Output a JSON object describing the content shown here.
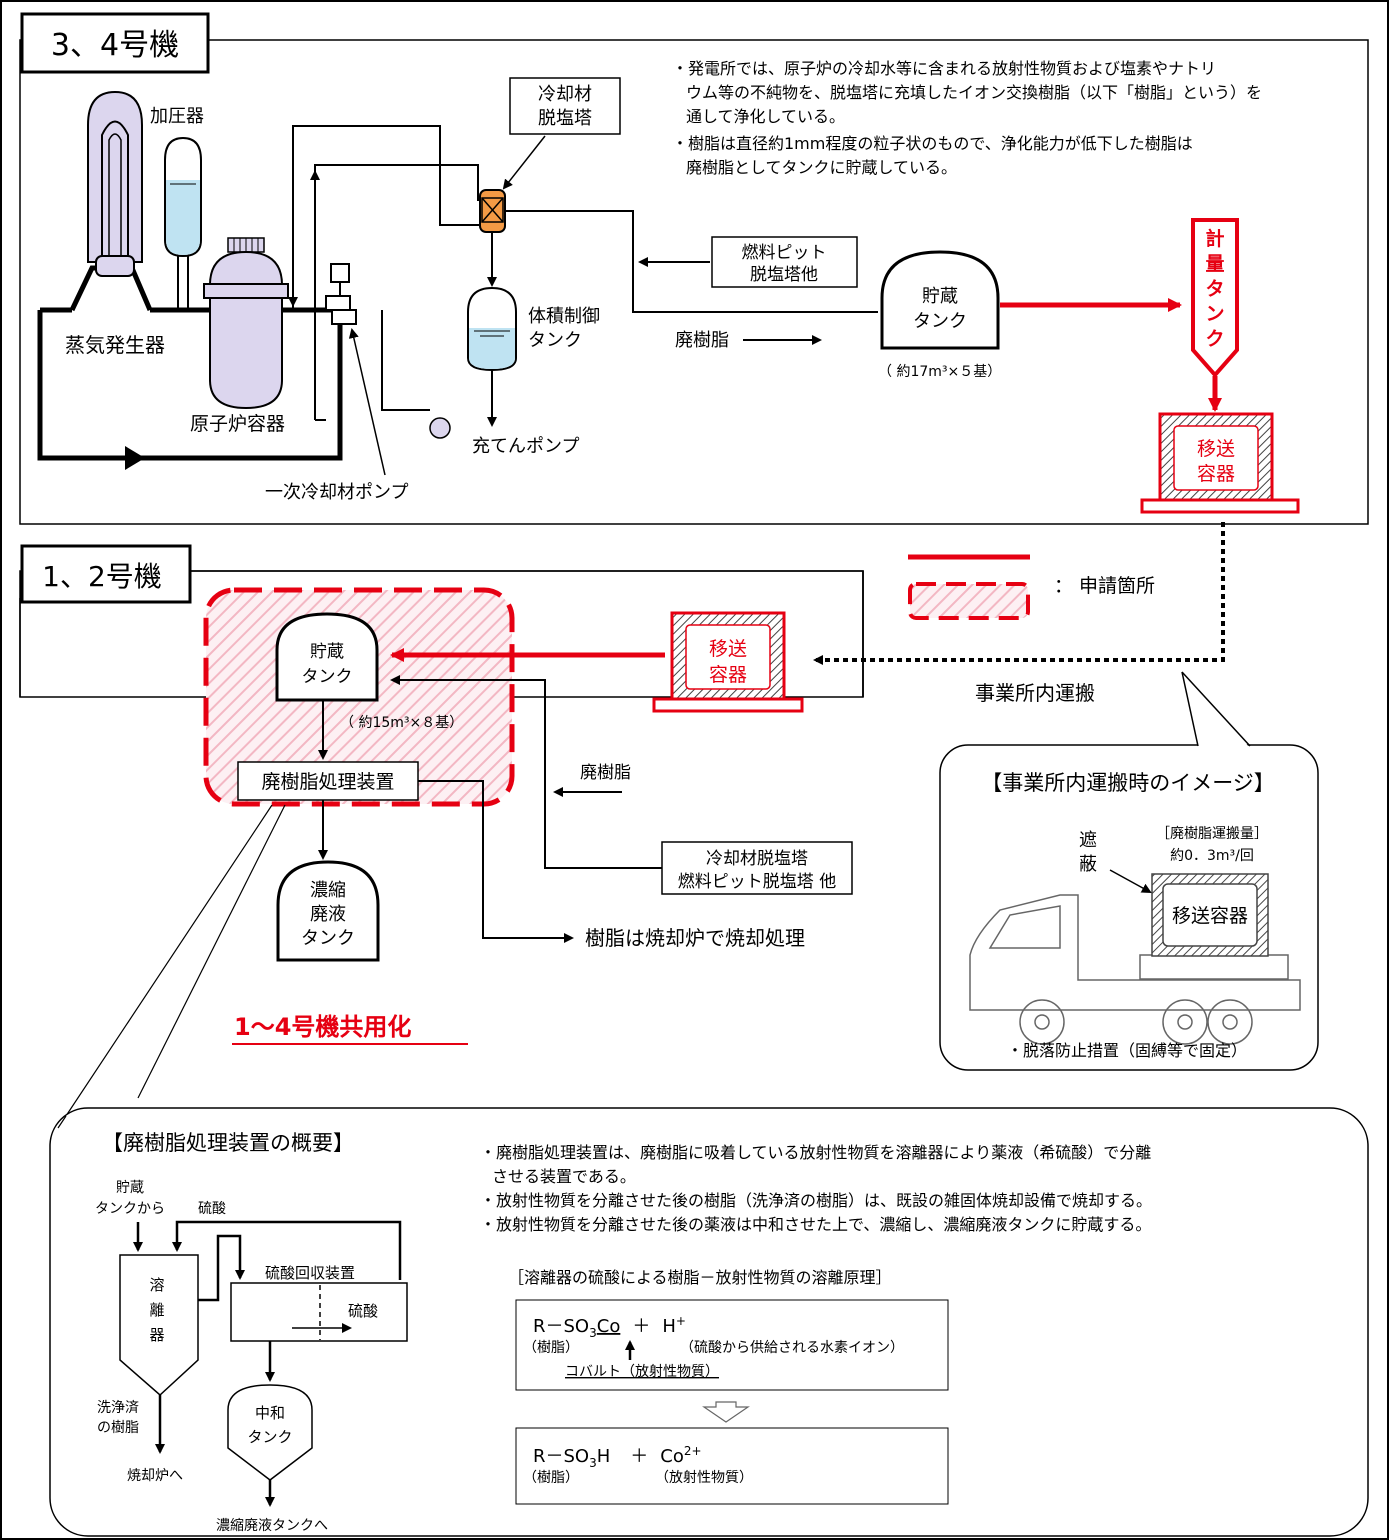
{
  "upper_section": {
    "title": "3、4号機",
    "labels": {
      "pressurizer": "加圧器",
      "steam_generator": "蒸気発生器",
      "reactor_vessel": "原子炉容器",
      "primary_pump": "一次冷却材ポンプ",
      "demineralizer_line1": "冷却材",
      "demineralizer_line2": "脱塩塔",
      "vct_line1": "体積制御",
      "vct_line2": "タンク",
      "charging_pump": "充てんポンプ",
      "fuel_pit_line1": "燃料ピット",
      "fuel_pit_line2": "脱塩塔他",
      "spent_resin": "廃樹脂",
      "storage_tank_line1": "貯蔵",
      "storage_tank_line2": "タンク",
      "storage_capacity": "（ 約17m³×５基）",
      "metering_tank": [
        "計",
        "量",
        "タ",
        "ン",
        "ク"
      ],
      "transfer_container_line1": "移送",
      "transfer_container_line2": "容器"
    },
    "notes": [
      "・発電所では、原子炉の冷却水等に含まれる放射性物質および塩素やナトリ",
      "ウム等の不純物を、脱塩塔に充填したイオン交換樹脂（以下「樹脂」という）を",
      "通して浄化している。",
      "・樹脂は直径約1mm程度の粒子状のもので、浄化能力が低下した樹脂は",
      "廃樹脂としてタンクに貯蔵している。"
    ]
  },
  "legend": {
    "label": "： 申請箇所"
  },
  "transport_label": "事業所内運搬",
  "lower_section": {
    "title": "1、2号機",
    "labels": {
      "transfer_container_line1": "移送",
      "transfer_container_line2": "容器",
      "storage_tank_line1": "貯蔵",
      "storage_tank_line2": "タンク",
      "storage_capacity": "（ 約15m³×８基）",
      "processing_unit": "廃樹脂処理装置",
      "conc_tank_line1": "濃縮",
      "conc_tank_line2": "廃液",
      "conc_tank_line3": "タンク",
      "spent_resin": "廃樹脂",
      "source_line1": "冷却材脱塩塔",
      "source_line2": "燃料ピット脱塩塔 他",
      "incineration": "樹脂は焼却炉で焼却処理",
      "shared_use": "1～4号機共用化"
    }
  },
  "transport_image": {
    "title": "【事業所内運搬時のイメージ】",
    "shield_line1": "遮",
    "shield_line2": "蔽",
    "amount_line1": "［廃樹脂運搬量］",
    "amount_line2": "約0．3m³/回",
    "container": "移送容器",
    "note": "・脱落防止措置（固縛等で固定）"
  },
  "overview": {
    "title": "【廃樹脂処理装置の概要】",
    "labels": {
      "from_tank_line1": "貯蔵",
      "from_tank_line2": "タンクから",
      "sulfuric_acid": "硫酸",
      "recovery_unit": "硫酸回収装置",
      "acid_inside": "硫酸",
      "dissolver": [
        "溶",
        "離",
        "器"
      ],
      "washed_line1": "洗浄済",
      "washed_line2": "の樹脂",
      "to_incinerator": "焼却炉へ",
      "neutral_line1": "中和",
      "neutral_line2": "タンク",
      "to_conc_tank": "濃縮廃液タンクへ"
    },
    "notes": [
      "・廃樹脂処理装置は、廃樹脂に吸着している放射性物質を溶離器により薬液（希硫酸）で分離",
      "させる装置である。",
      "・放射性物質を分離させた後の樹脂（洗浄済の樹脂）は、既設の雑固体焼却設備で焼却する。",
      "・放射性物質を分離させた後の薬液は中和させた上で、濃縮し、濃縮廃液タンクに貯蔵する。"
    ],
    "principle_title": "［溶離器の硫酸による樹脂－放射性物質の溶離原理］",
    "equation1": {
      "lhs": "R－SO",
      "sub": "3",
      "co": "Co",
      "plus": "＋",
      "hplus": "H",
      "hsup": "+",
      "resin": "（樹脂）",
      "hydrogen_note": "（硫酸から供給される水素イオン）",
      "cobalt_note": "コバルト（放射性物質）"
    },
    "equation2": {
      "lhs": "R－SO",
      "sub": "3",
      "h": "H",
      "plus": "＋",
      "co": "Co",
      "co_sup": "2+",
      "resin": "（樹脂）",
      "radioactive": "（放射性物質）"
    }
  },
  "colors": {
    "accent": "#e60012",
    "purple": "#dcd6ee",
    "orange": "#f39a45",
    "water": "#bfe3f2",
    "hatch": "#f2b8c4"
  }
}
